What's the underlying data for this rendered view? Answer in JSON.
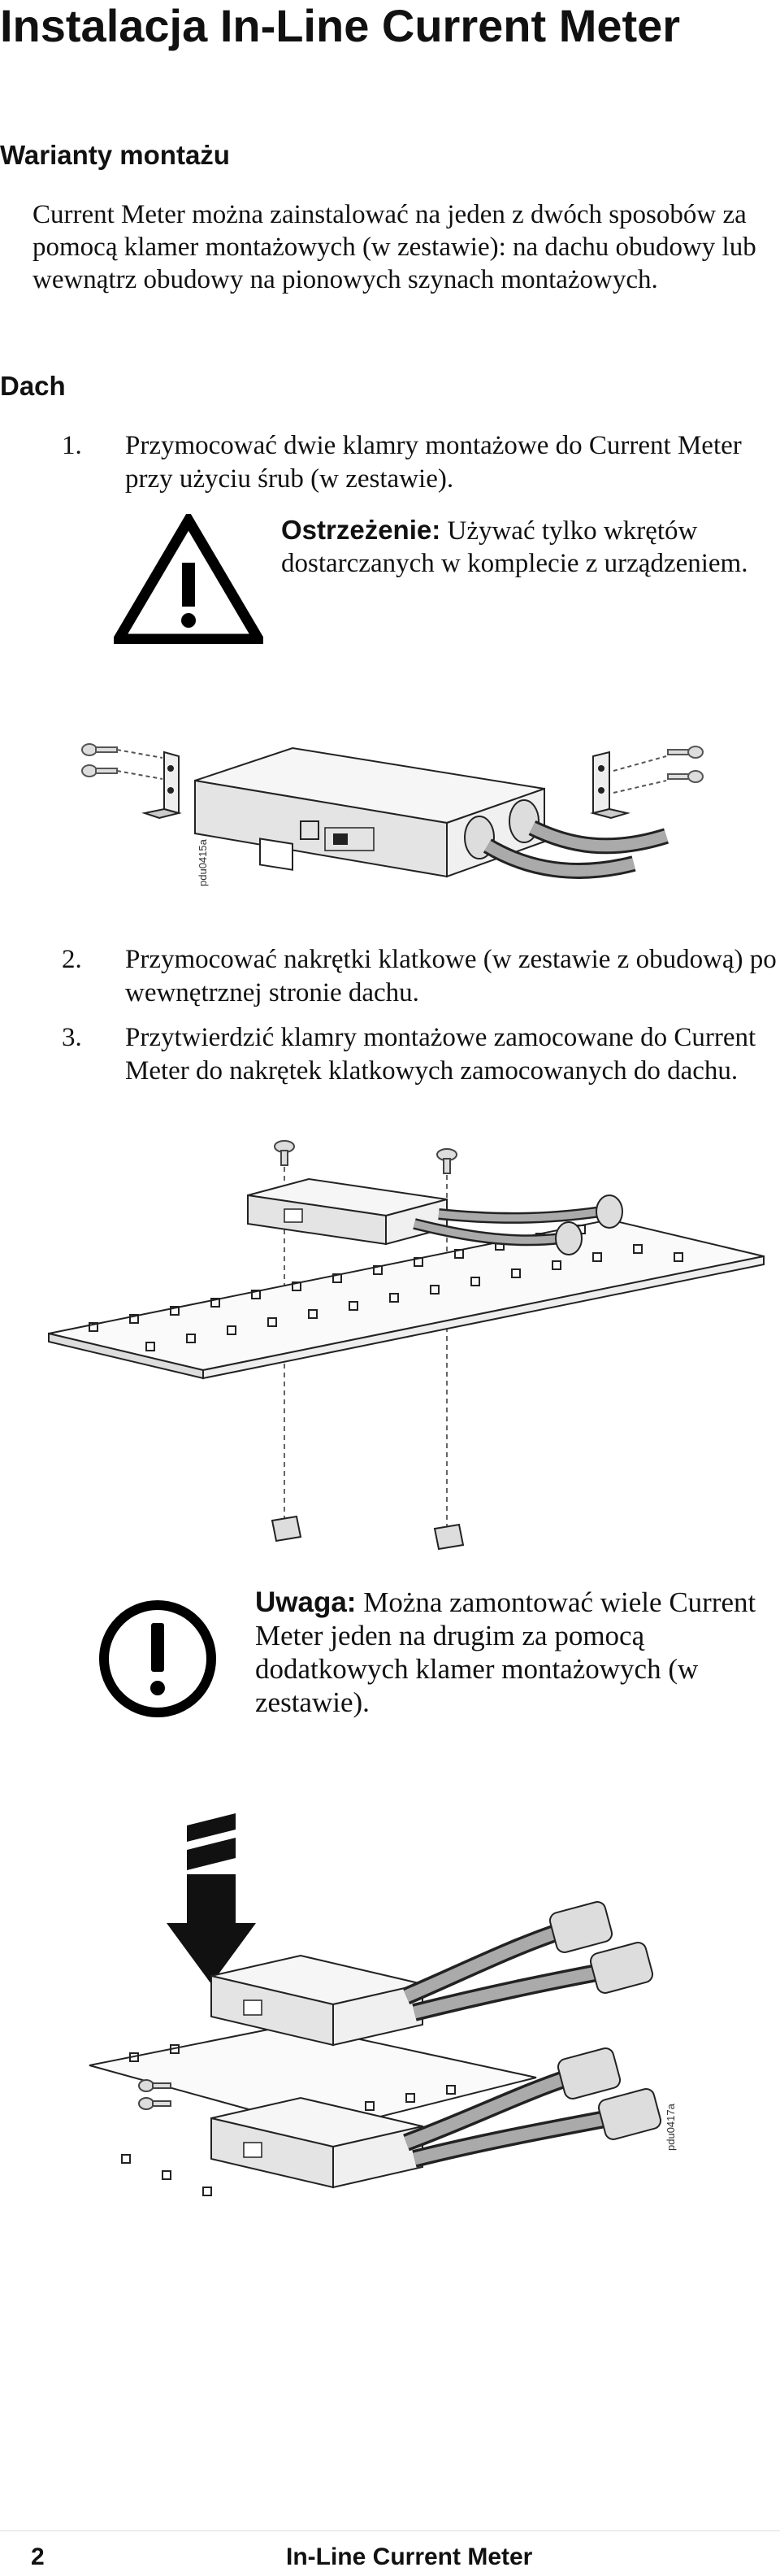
{
  "header": {
    "title": "Instalacja In-Line Current Meter"
  },
  "section": {
    "heading": "Warianty montażu",
    "intro": "Current Meter można zainstalować na jeden z dwóch sposobów za pomocą klamer montażowych (w zestawie): na dachu obudowy lub wewnątrz obudowy na pionowych szynach montażowych."
  },
  "roof": {
    "heading": "Dach",
    "steps": [
      {
        "number": "1.",
        "text": "Przymocować dwie klamry montażowe do Current Meter przy użyciu śrub (w zestawie)."
      },
      {
        "number": "2.",
        "text": "Przymocować nakrętki klatkowe (w zestawie z obudową) po wewnętrznej stronie dachu."
      },
      {
        "number": "3.",
        "text": "Przytwierdzić klamry montażowe zamocowane do Current Meter do nakrętek klatkowych zamocowanych do dachu."
      }
    ],
    "warning": {
      "icon": "warning-triangle-icon",
      "lead": "Ostrzeżenie:",
      "text": "Używać tylko wkrętów dostarczanych w komplecie z urządzeniem."
    },
    "note": {
      "icon": "exclamation-circle-icon",
      "lead": "Uwaga:",
      "text": "Można zamontować wiele Current Meter jeden na drugim za pomocą dodatkowych klamer montażowych (w zestawie)."
    }
  },
  "figures": {
    "fig1_label": "pdu0415a",
    "fig3_label": "pdu0417a"
  },
  "footer": {
    "page_number": "2",
    "title": "In-Line Current Meter"
  }
}
